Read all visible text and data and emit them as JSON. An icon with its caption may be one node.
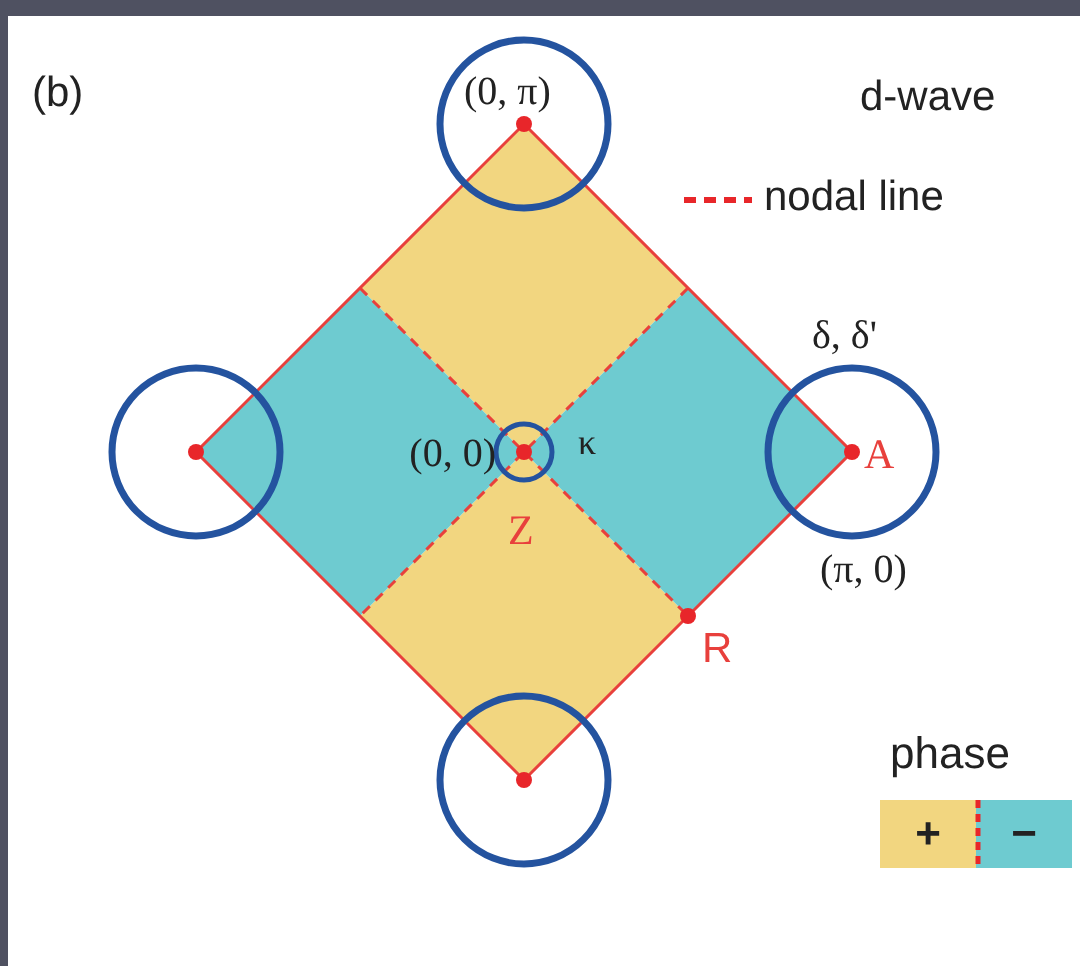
{
  "diagram": {
    "labels": [
      "(b)",
      "(0, π)",
      "d-wave",
      "δ, δ'",
      "(0, 0)",
      "κ",
      "A",
      "Z",
      "(π, 0)",
      "R",
      "phase"
    ],
    "legend": [
      {
        "text": "nodal line"
      },
      {
        "text": "+",
        "color": "#f2d680"
      },
      {
        "text": "−",
        "color": "#6ecbd0"
      }
    ]
  }
}
